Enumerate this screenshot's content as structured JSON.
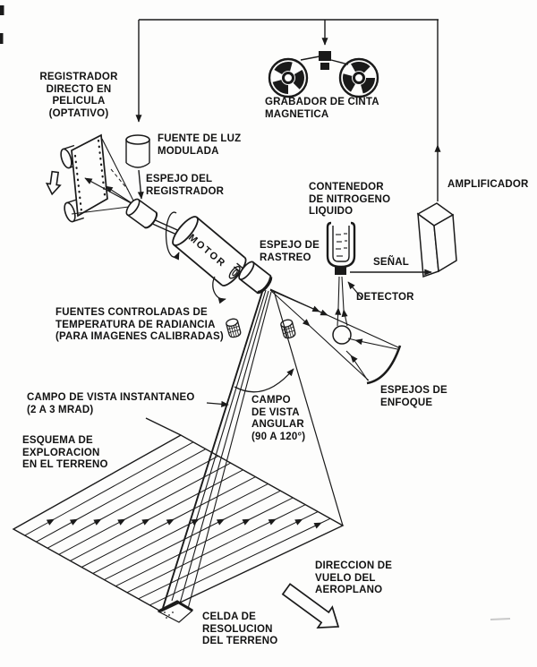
{
  "labels": {
    "registrador": "REGISTRADOR\nDIRECTO EN\nPELICULA\n(OPTATIVO)",
    "fuente_luz": "FUENTE DE LUZ\nMODULADA",
    "espejo_registrador": "ESPEJO DEL\nREGISTRADOR",
    "grabador": "GRABADOR DE CINTA\nMAGNETICA",
    "motor": "MOTOR",
    "espejo_rastreo": "ESPEJO DE\nRASTREO",
    "contenedor": "CONTENEDOR\nDE NITROGENO\nLIQUIDO",
    "amplificador": "AMPLIFICADOR",
    "senal": "SEÑAL",
    "detector": "DETECTOR",
    "fuentes": "FUENTES CONTROLADAS DE\nTEMPERATURA DE RADIANCIA\n(PARA IMAGENES CALIBRADAS)",
    "campo_instantaneo": "CAMPO DE VISTA INSTANTANEO\n(2 A 3 MRAD)",
    "campo_angular": "CAMPO\nDE VISTA\nANGULAR\n(90 A 120°)",
    "esquema": "ESQUEMA DE\nEXPLORACION\nEN EL TERRENO",
    "espejos_enfoque": "ESPEJOS DE\nENFOQUE",
    "direccion": "DIRECCION DE\nVUELO DEL\nAEROPLANO",
    "celda": "CELDA DE\nRESOLUCION\nDEL TERRENO"
  },
  "colors": {
    "ink": "#1a1a1a",
    "paper": "#fdfdfc"
  }
}
